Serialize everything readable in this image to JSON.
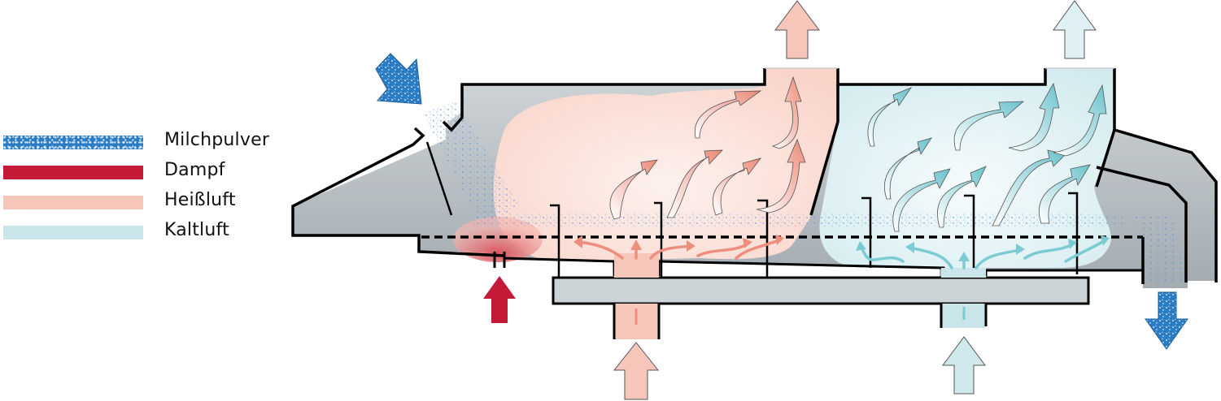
{
  "legend": {
    "items": [
      {
        "label": "Milchpulver",
        "color": "#2a7cc4",
        "key": "milk_powder"
      },
      {
        "label": "Dampf",
        "color": "#c41a37",
        "key": "steam"
      },
      {
        "label": "Heißluft",
        "color": "#f6c6bb",
        "key": "hot_air"
      },
      {
        "label": "Kaltluft",
        "color": "#c9e5ea",
        "key": "cold_air"
      }
    ]
  },
  "colors": {
    "housing": "#b7bec3",
    "housing_dark": "#9ea6ab",
    "plate": "#ccd3d6",
    "outline": "#000000",
    "hot_zone": "#fbe1da",
    "hot_arrow": "#ee8f7e",
    "cold_zone": "#e3f2f4",
    "cold_arrow": "#7ccbd3",
    "steam": "#c41a37",
    "milk": "#2a7cc4",
    "hot_big_arrow": "#f6c6bb",
    "cold_big_arrow": "#dcf0f3"
  },
  "flows": {
    "milk_inlet": "Milchpulver",
    "steam_inlet": "Dampf",
    "hot_air_inlet": "Heißluft",
    "hot_air_outlet": "Heißluft",
    "cold_air_inlet": "Kaltluft",
    "cold_air_outlet": "Kaltluft",
    "product_outlet": "Milchpulver"
  }
}
